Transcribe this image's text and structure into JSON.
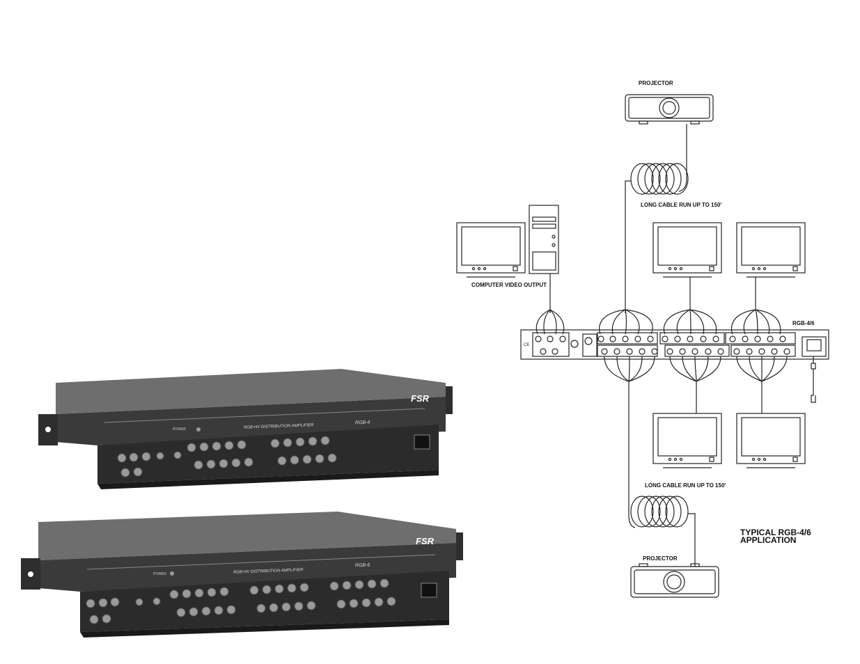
{
  "unit_rgb4": {
    "brand": "FSR",
    "model": "RGB-4",
    "subtitle": "RGB-HV DISTRIBUTION AMPLIFIER",
    "power_label": "POWER"
  },
  "unit_rgb6": {
    "brand": "FSR",
    "model": "RGB-6",
    "subtitle": "RGB-HV DISTRIBUTION AMPLIFIER",
    "power_label": "POWER"
  },
  "diagram": {
    "projector_top_label": "PROJECTOR",
    "projector_bottom_label": "PROJECTOR",
    "cable_top_label": "LONG CABLE RUN UP TO 150'",
    "cable_bottom_label": "LONG CABLE RUN UP TO 150'",
    "computer_label": "COMPUTER VIDEO OUTPUT",
    "device_label": "RGB-4/6",
    "caption_line1": "TYPICAL RGB-4/6",
    "caption_line2": "APPLICATION"
  }
}
